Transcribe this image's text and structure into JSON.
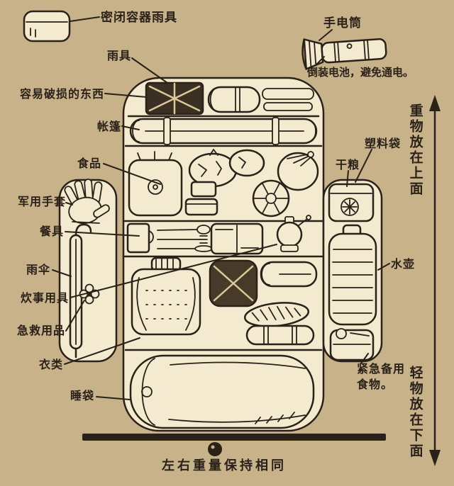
{
  "colors": {
    "background": "#c7b28a",
    "ink": "#2a2118",
    "cream": "#f4ead0",
    "dark_item": "#3a3023"
  },
  "labels": {
    "sealed_container": "密闭容器雨具",
    "flashlight": "手电筒",
    "battery_note": "倒装电池，避免通电。",
    "rain_gear": "雨具",
    "fragile_items": "容易破损的东西",
    "tent": "帐篷",
    "food": "食品",
    "plastic_bag": "塑料袋",
    "dry_rations": "干粮",
    "military_gloves": "军用手套",
    "tableware": "餐具",
    "water_bottle": "水壶",
    "umbrella": "雨伞",
    "cooking_utensils": "炊事用具",
    "first_aid": "急救用品",
    "emergency_food": "紧急备用\n食物。",
    "clothing": "衣类",
    "sleeping_bag": "睡袋",
    "heavy_on_top": "重物放在上面",
    "light_on_bottom": "轻物放在下面",
    "balance_note": "左右重量保持相同"
  }
}
